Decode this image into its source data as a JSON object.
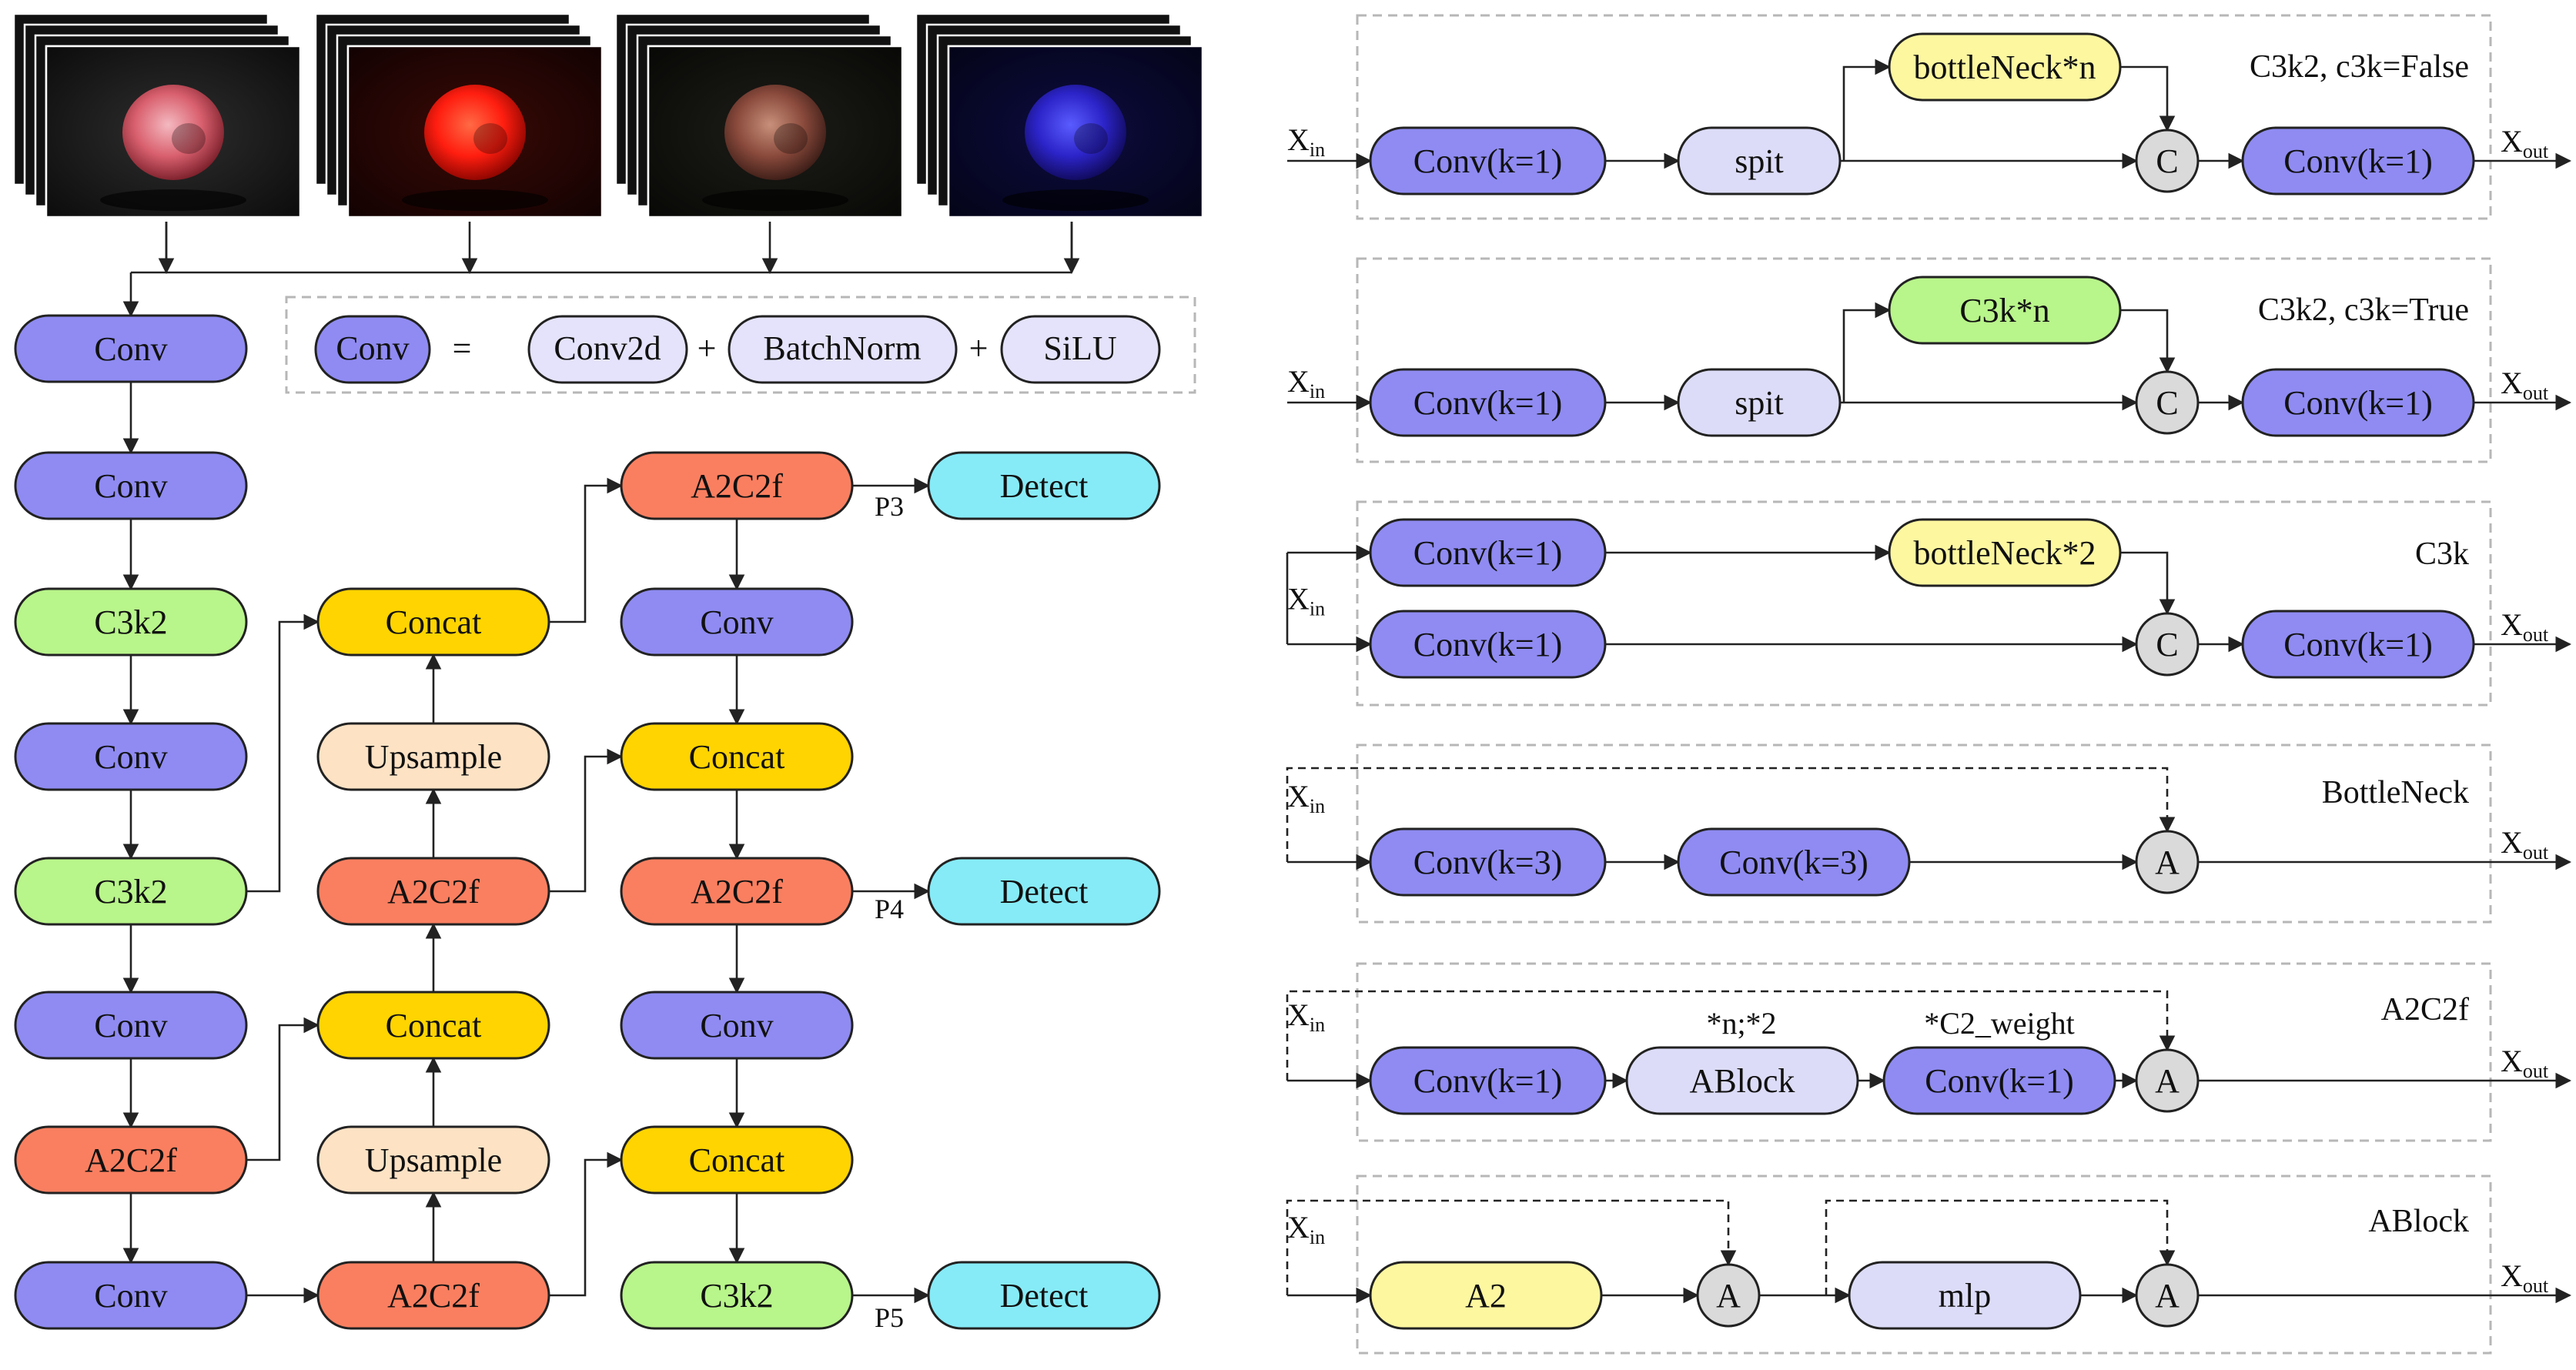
{
  "palette": {
    "conv": "#8f8bf2",
    "c3k2": "#b8f58a",
    "a2c2f": "#fa7f60",
    "concat": "#ffd400",
    "upsample": "#fde2c4",
    "detect": "#86ebf7",
    "bottleneck": "#fdf7a0",
    "c3k": "#b8f58a",
    "ablock": "#dcdcf8",
    "a2": "#fdf7a0",
    "circle": "#dadada",
    "legend_box": "#e4e3fb"
  },
  "images": [
    {
      "name": "rgb-apple-image",
      "tint": "natural"
    },
    {
      "name": "red-channel-apple-image",
      "tint": "red"
    },
    {
      "name": "green-channel-apple-image",
      "tint": "green"
    },
    {
      "name": "blue-channel-apple-image",
      "tint": "blue"
    }
  ],
  "legend": {
    "conv": "Conv",
    "equals": "=",
    "conv2d": "Conv2d",
    "plus1": "+",
    "batchnorm": "BatchNorm",
    "plus2": "+",
    "silu": "SiLU"
  },
  "main_network": {
    "nodes": [
      {
        "id": "b1",
        "label": "Conv",
        "kind": "conv"
      },
      {
        "id": "b2",
        "label": "Conv",
        "kind": "conv"
      },
      {
        "id": "b3",
        "label": "C3k2",
        "kind": "c3k2"
      },
      {
        "id": "b4",
        "label": "Conv",
        "kind": "conv"
      },
      {
        "id": "b5",
        "label": "C3k2",
        "kind": "c3k2"
      },
      {
        "id": "b6",
        "label": "Conv",
        "kind": "conv"
      },
      {
        "id": "b7",
        "label": "A2C2f",
        "kind": "a2c2f"
      },
      {
        "id": "b8",
        "label": "Conv",
        "kind": "conv"
      },
      {
        "id": "m1",
        "label": "Concat",
        "kind": "concat"
      },
      {
        "id": "m2",
        "label": "Upsample",
        "kind": "upsample"
      },
      {
        "id": "m3",
        "label": "A2C2f",
        "kind": "a2c2f"
      },
      {
        "id": "m4",
        "label": "Concat",
        "kind": "concat"
      },
      {
        "id": "m5",
        "label": "Upsample",
        "kind": "upsample"
      },
      {
        "id": "m6",
        "label": "A2C2f",
        "kind": "a2c2f"
      },
      {
        "id": "h1",
        "label": "A2C2f",
        "kind": "a2c2f"
      },
      {
        "id": "h2",
        "label": "Conv",
        "kind": "conv"
      },
      {
        "id": "h3",
        "label": "Concat",
        "kind": "concat"
      },
      {
        "id": "h4",
        "label": "A2C2f",
        "kind": "a2c2f"
      },
      {
        "id": "h5",
        "label": "Conv",
        "kind": "conv"
      },
      {
        "id": "h6",
        "label": "Concat",
        "kind": "concat"
      },
      {
        "id": "h7",
        "label": "C3k2",
        "kind": "c3k2"
      },
      {
        "id": "d1",
        "label": "Detect",
        "kind": "detect"
      },
      {
        "id": "d2",
        "label": "Detect",
        "kind": "detect"
      },
      {
        "id": "d3",
        "label": "Detect",
        "kind": "detect"
      }
    ],
    "outputs": [
      "P3",
      "P4",
      "P5"
    ]
  },
  "modules": [
    {
      "id": "c3k2-false",
      "title": "C3k2, c3k=False",
      "nodes": [
        "Conv(k=1)",
        "spit",
        "bottleNeck*n",
        "C",
        "Conv(k=1)"
      ],
      "input": {
        "main": "X",
        "sub": "in"
      },
      "output": {
        "main": "X",
        "sub": "out"
      }
    },
    {
      "id": "c3k2-true",
      "title": "C3k2, c3k=True",
      "nodes": [
        "Conv(k=1)",
        "spit",
        "C3k*n",
        "C",
        "Conv(k=1)"
      ],
      "input": {
        "main": "X",
        "sub": "in"
      },
      "output": {
        "main": "X",
        "sub": "out"
      }
    },
    {
      "id": "c3k",
      "title": "C3k",
      "nodes": [
        "Conv(k=1)",
        "bottleNeck*2",
        "Conv(k=1)",
        "C",
        "Conv(k=1)"
      ],
      "input": {
        "main": "X",
        "sub": "in"
      },
      "output": {
        "main": "X",
        "sub": "out"
      }
    },
    {
      "id": "bottleneck",
      "title": "BottleNeck",
      "nodes": [
        "Conv(k=3)",
        "Conv(k=3)",
        "A"
      ],
      "input": {
        "main": "X",
        "sub": "in"
      },
      "output": {
        "main": "X",
        "sub": "out"
      }
    },
    {
      "id": "a2c2f",
      "title": "A2C2f",
      "nodes": [
        "Conv(k=1)",
        "ABlock",
        "Conv(k=1)",
        "A"
      ],
      "annotations": [
        "*n;*2",
        "*C2_weight"
      ],
      "input": {
        "main": "X",
        "sub": "in"
      },
      "output": {
        "main": "X",
        "sub": "out"
      }
    },
    {
      "id": "ablock",
      "title": "ABlock",
      "nodes": [
        "A2",
        "A",
        "mlp",
        "A"
      ],
      "input": {
        "main": "X",
        "sub": "in"
      },
      "output": {
        "main": "X",
        "sub": "out"
      }
    }
  ]
}
